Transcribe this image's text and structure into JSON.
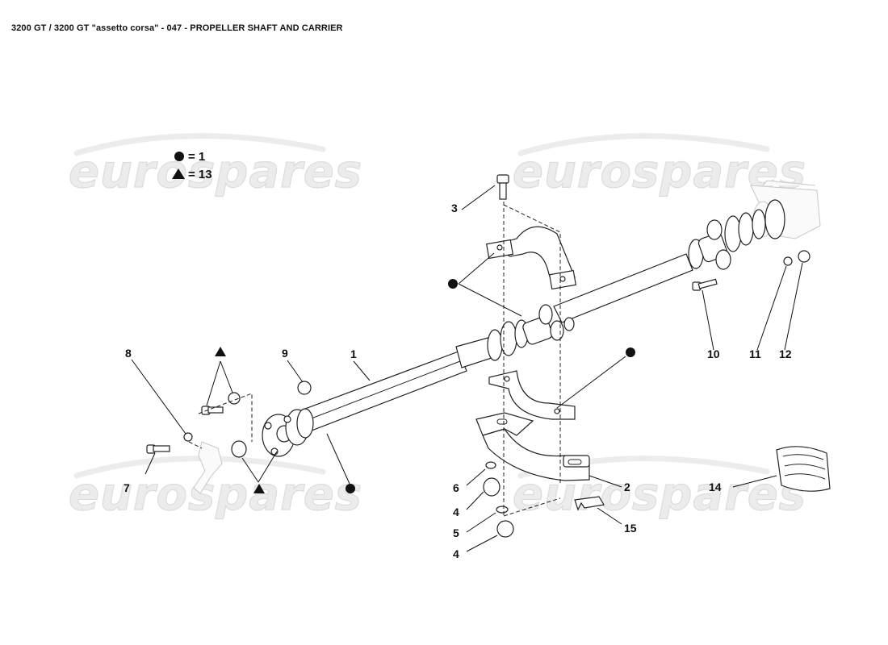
{
  "title": "3200 GT / 3200 GT \"assetto corsa\" - 047 - PROPELLER SHAFT AND CARRIER",
  "legend": {
    "circle_value": "= 1",
    "triangle_value": "= 13"
  },
  "watermark": "eurospares",
  "callouts": {
    "p1": "1",
    "p2": "2",
    "p3": "3",
    "p4a": "4",
    "p4b": "4",
    "p5": "5",
    "p6": "6",
    "p7": "7",
    "p8": "8",
    "p9": "9",
    "p10": "10",
    "p11": "11",
    "p12": "12",
    "p14": "14",
    "p15": "15"
  }
}
